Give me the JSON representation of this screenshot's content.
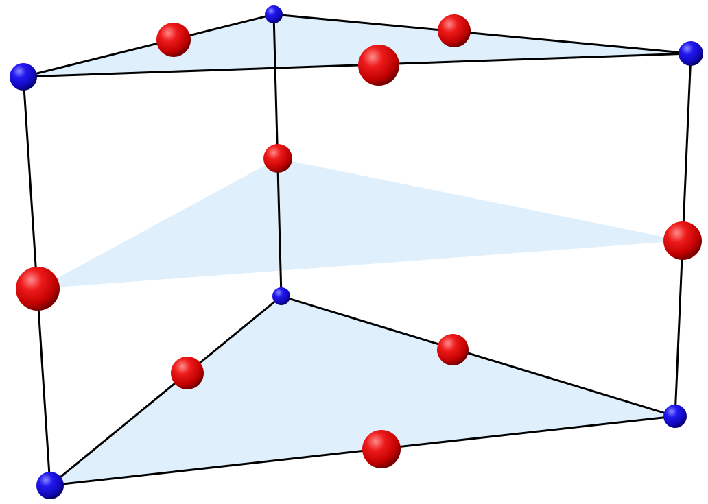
{
  "diagram": {
    "kind": "triangular-prism-lattice",
    "colors": {
      "face_fill": "#dff0fc",
      "edge": "#000000",
      "corner_node": "#1a10e8",
      "midpoint_node": "#e00000"
    },
    "vertices": [
      {
        "id": "top-left"
      },
      {
        "id": "top-back"
      },
      {
        "id": "top-right"
      },
      {
        "id": "bottom-left"
      },
      {
        "id": "bottom-back"
      },
      {
        "id": "bottom-right"
      }
    ],
    "edges": [
      {
        "id": "top-left-back",
        "from": "top-left",
        "to": "top-back"
      },
      {
        "id": "top-back-right",
        "from": "top-back",
        "to": "top-right"
      },
      {
        "id": "top-left-right",
        "from": "top-left",
        "to": "top-right"
      },
      {
        "id": "bottom-left-back",
        "from": "bottom-left",
        "to": "bottom-back"
      },
      {
        "id": "bottom-back-right",
        "from": "bottom-back",
        "to": "bottom-right"
      },
      {
        "id": "bottom-left-right",
        "from": "bottom-left",
        "to": "bottom-right"
      },
      {
        "id": "vertical-left",
        "from": "top-left",
        "to": "bottom-left"
      },
      {
        "id": "vertical-back",
        "from": "top-back",
        "to": "bottom-back"
      },
      {
        "id": "vertical-right",
        "from": "top-right",
        "to": "bottom-right"
      }
    ],
    "faces": [
      {
        "id": "top-face",
        "vertices": [
          "top-left",
          "top-back",
          "top-right"
        ]
      },
      {
        "id": "middle-plane",
        "vertices": [
          "middle-left",
          "middle-back",
          "middle-right"
        ]
      },
      {
        "id": "bottom-face",
        "vertices": [
          "bottom-left",
          "bottom-back",
          "bottom-right"
        ]
      }
    ],
    "midpoint_nodes": [
      {
        "id": "top-left-back-mid",
        "edge": "top-left-back"
      },
      {
        "id": "top-back-right-mid",
        "edge": "top-back-right"
      },
      {
        "id": "top-left-right-mid",
        "edge": "top-left-right"
      },
      {
        "id": "middle-back",
        "edge": "vertical-back"
      },
      {
        "id": "middle-left",
        "edge": "vertical-left"
      },
      {
        "id": "middle-right",
        "edge": "vertical-right"
      },
      {
        "id": "bottom-left-back-mid",
        "edge": "bottom-left-back"
      },
      {
        "id": "bottom-back-right-mid",
        "edge": "bottom-back-right"
      },
      {
        "id": "bottom-left-right-mid",
        "edge": "bottom-left-right"
      }
    ]
  }
}
